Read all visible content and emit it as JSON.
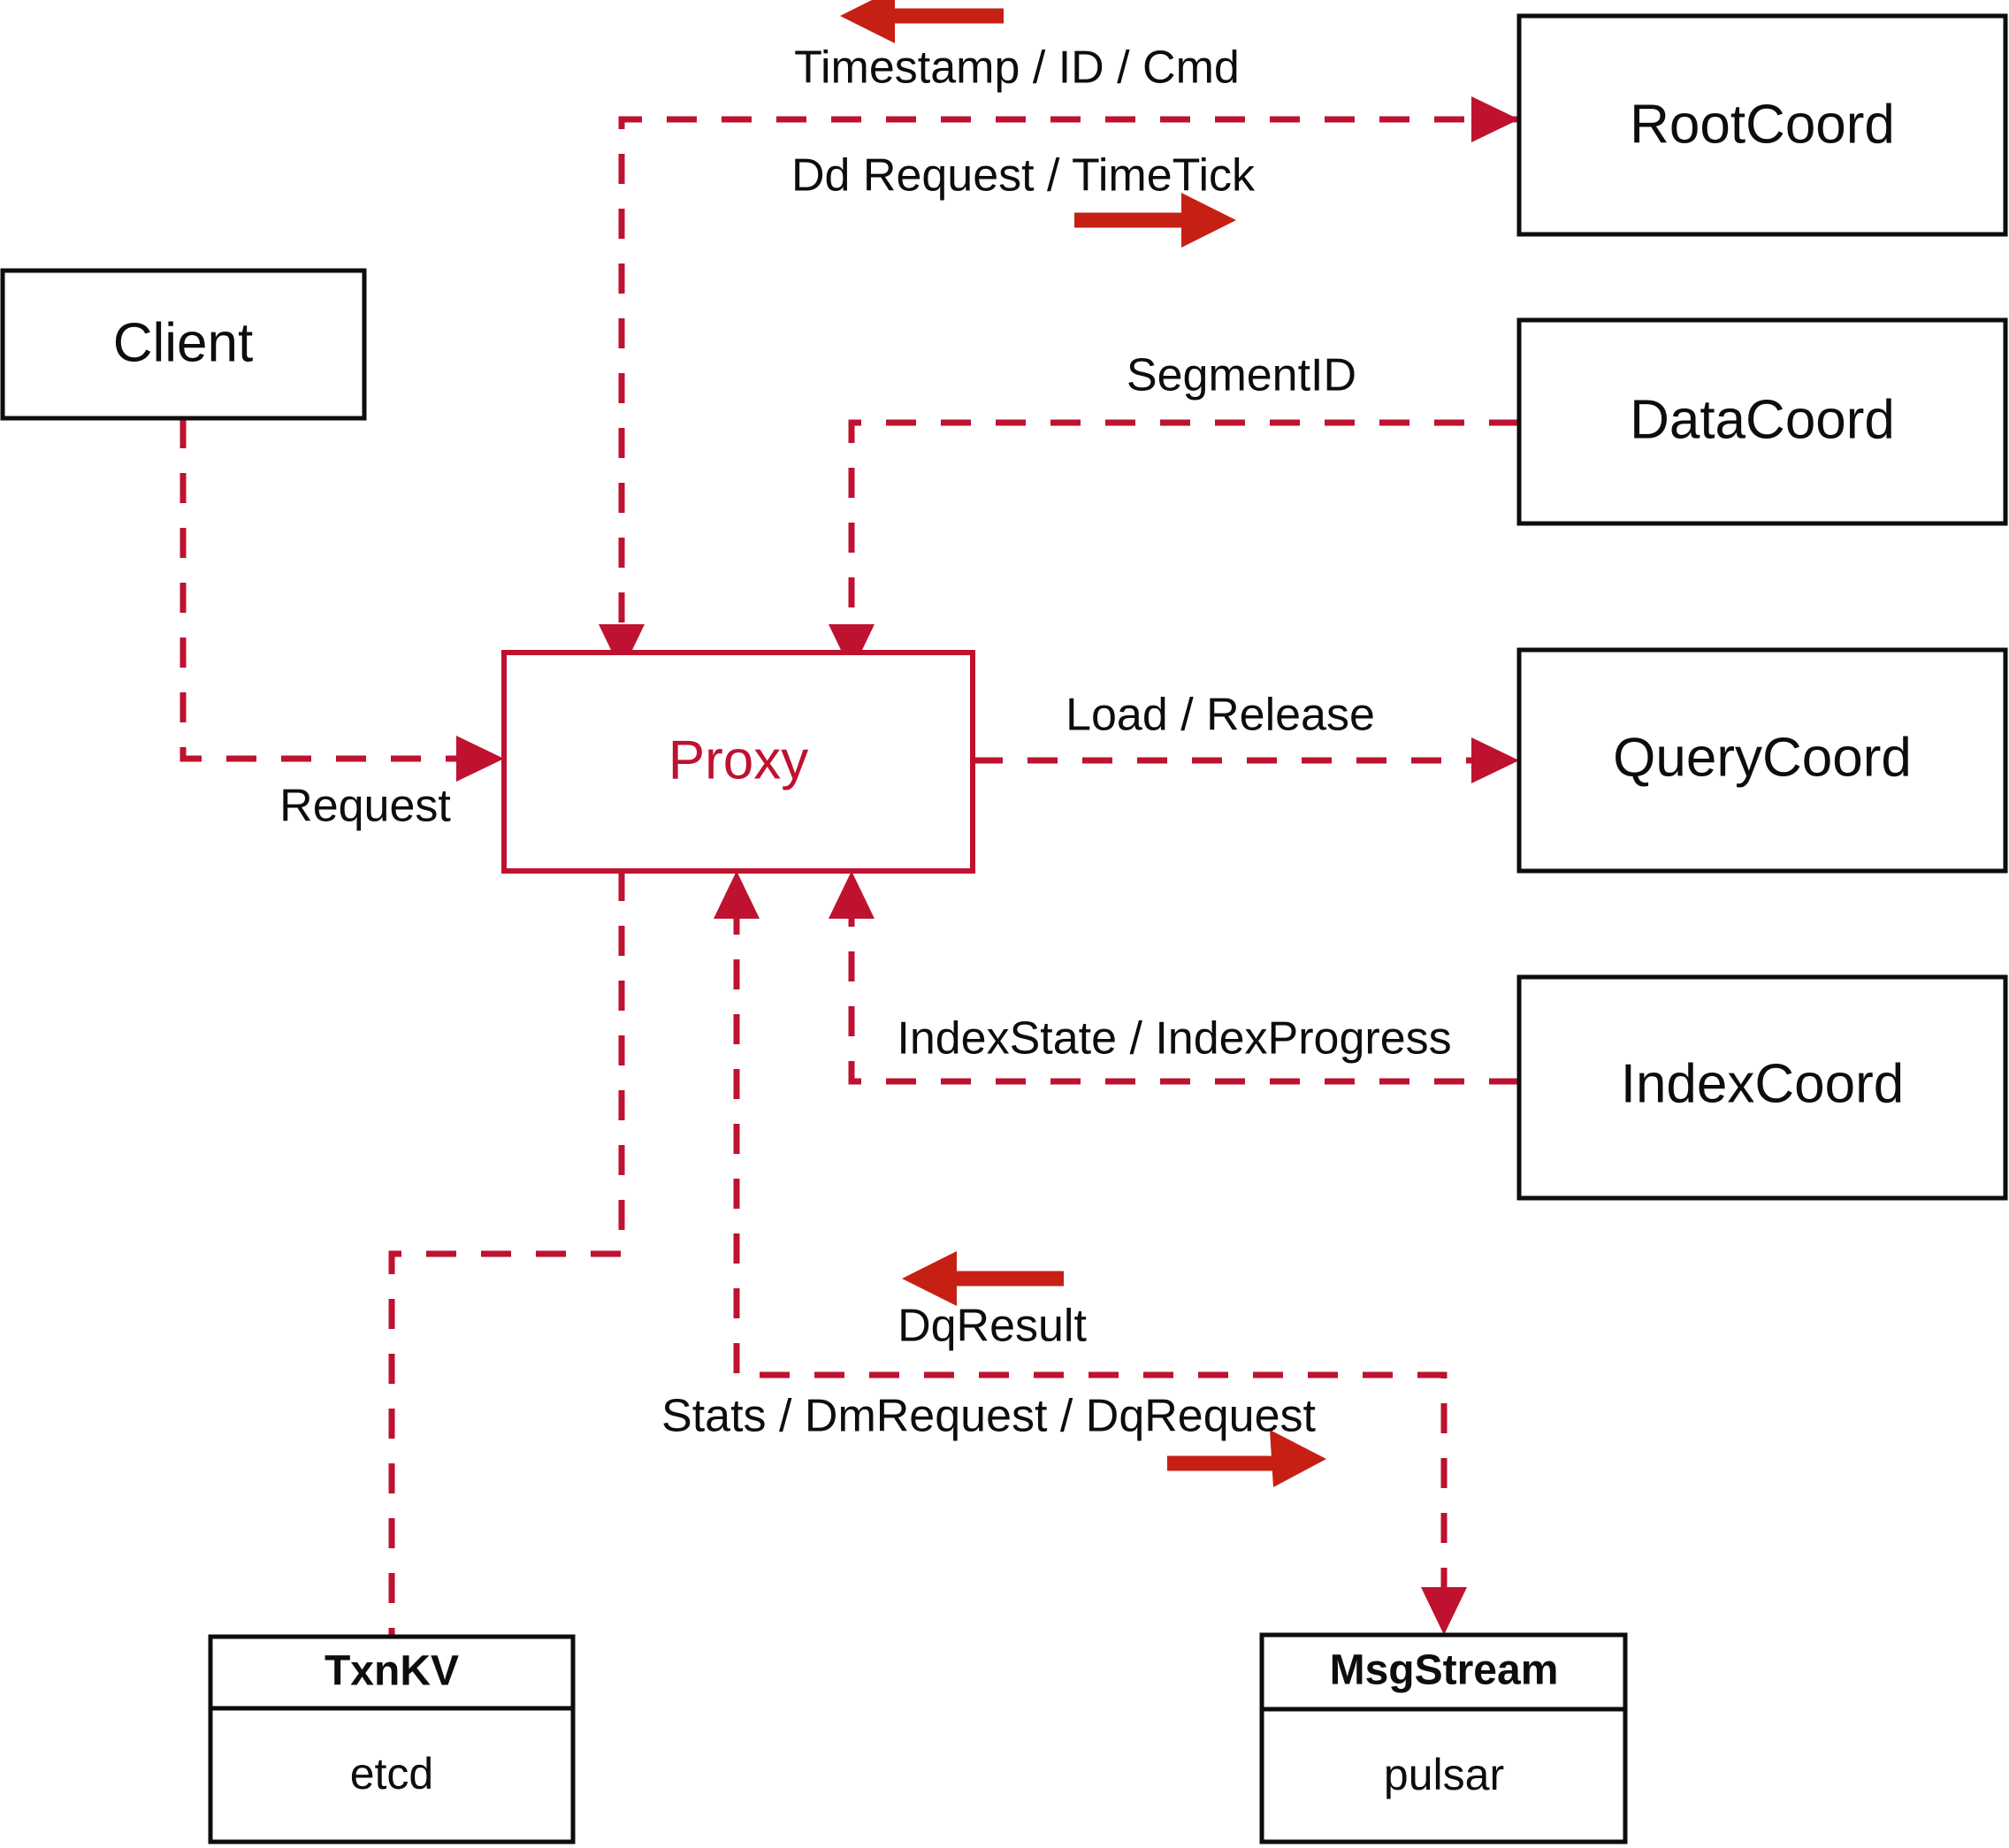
{
  "diagram": {
    "title": "Proxy component interaction diagram",
    "colors": {
      "accent": "#be1230",
      "arrow": "#c62015",
      "box_stroke": "#0d0d0d",
      "background": "#ffffff"
    },
    "nodes": {
      "client": {
        "label": "Client"
      },
      "proxy": {
        "label": "Proxy"
      },
      "root_coord": {
        "label": "RootCoord"
      },
      "data_coord": {
        "label": "DataCoord"
      },
      "query_coord": {
        "label": "QueryCoord"
      },
      "index_coord": {
        "label": "IndexCoord"
      },
      "txnkv": {
        "header": "TxnKV",
        "body": "etcd"
      },
      "msgstream": {
        "header": "MsgStream",
        "body": "pulsar"
      }
    },
    "edge_labels": {
      "timestamp_id_cmd": "Timestamp / ID / Cmd",
      "dd_request_timetick": "Dd Request / TimeTick",
      "segment_id": "SegmentID",
      "request": "Request",
      "load_release": "Load / Release",
      "index_state_progress": "IndexState / IndexProgress",
      "dq_result": "DqResult",
      "stats_dm_dq_request": "Stats / DmRequest / DqRequest"
    }
  }
}
